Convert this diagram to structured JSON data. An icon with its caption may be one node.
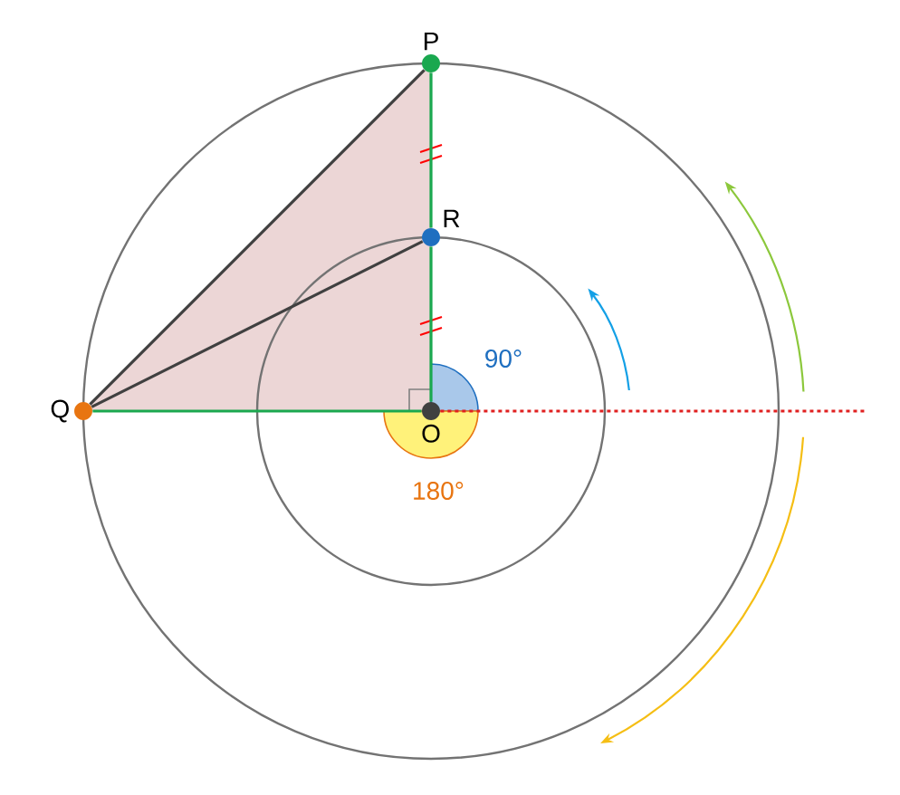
{
  "diagram": {
    "nodes": [
      {
        "text": [
          "P"
        ]
      },
      {
        "text": [
          "R"
        ]
      },
      {
        "text": [
          "Q"
        ]
      },
      {
        "text": [
          "O"
        ]
      }
    ],
    "edges": [
      {
        "from": 0,
        "to": 1,
        "arrow": "none"
      },
      {
        "from": 1,
        "to": 3,
        "arrow": "none"
      },
      {
        "from": 2,
        "to": 3,
        "arrow": "none"
      },
      {
        "from": 2,
        "to": 0,
        "arrow": "none",
        "color": "#404040"
      },
      {
        "from": 2,
        "to": 1,
        "arrow": "none",
        "color": "#404040"
      },
      {
        "from": 3,
        "to": null,
        "arrow": "none",
        "style": "dashed",
        "color": "#e02020"
      }
    ],
    "labels": [
      "90°",
      "180°"
    ]
  }
}
